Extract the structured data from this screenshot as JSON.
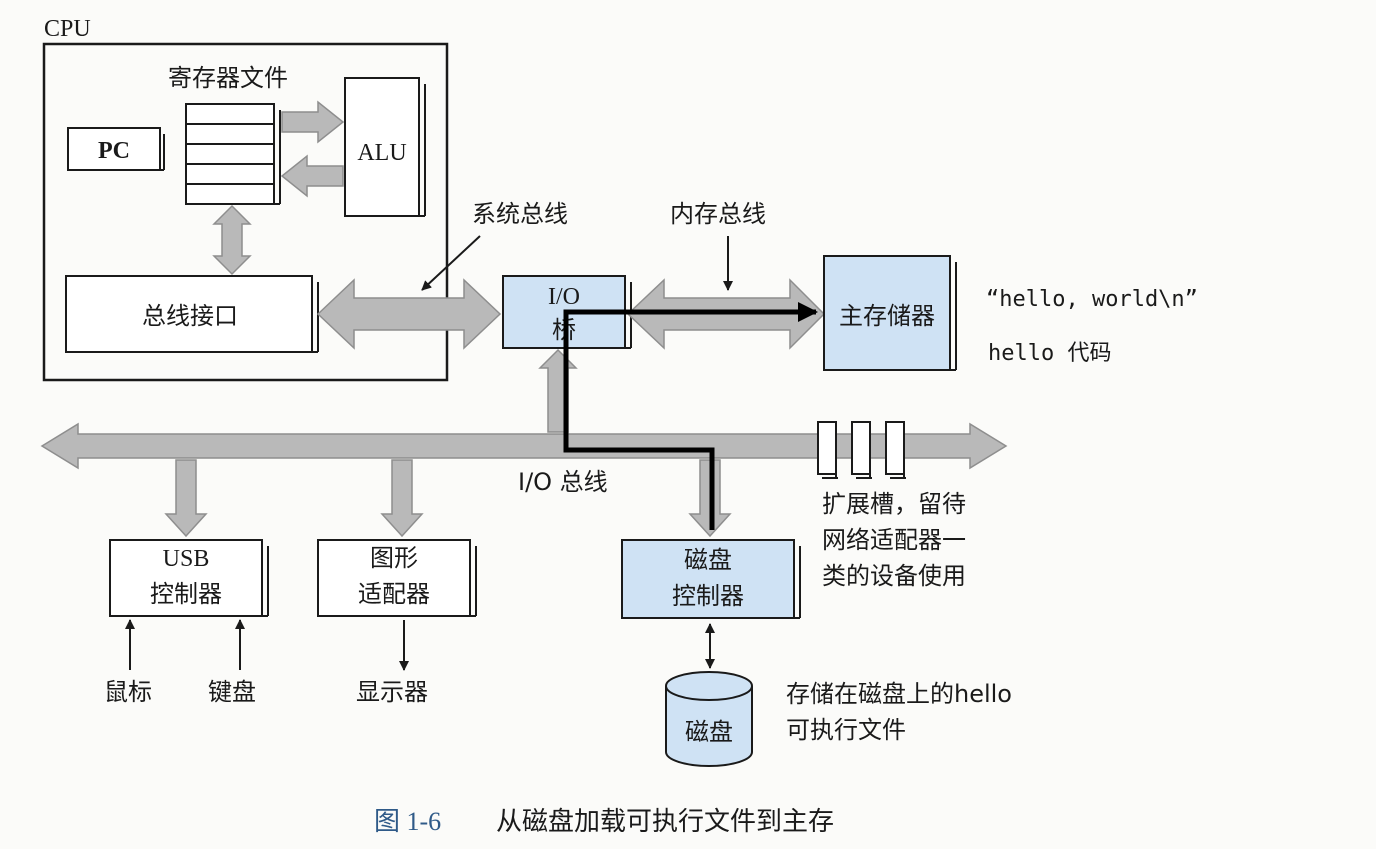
{
  "labels": {
    "cpu": "CPU",
    "register_file": "寄存器文件",
    "pc": "PC",
    "alu": "ALU",
    "bus_interface": "总线接口",
    "system_bus": "系统总线",
    "memory_bus": "内存总线",
    "io_bridge_line1": "I/O",
    "io_bridge_line2": "桥",
    "main_memory": "主存储器",
    "hello_string": "“hello, world\\n”",
    "hello_code": "hello 代码",
    "io_bus": "I/O 总线",
    "expansion_line1": "扩展槽，留待",
    "expansion_line2": "网络适配器一",
    "expansion_line3": "类的设备使用",
    "usb_line1": "USB",
    "usb_line2": "控制器",
    "graphics_line1": "图形",
    "graphics_line2": "适配器",
    "disk_ctrl_line1": "磁盘",
    "disk_ctrl_line2": "控制器",
    "mouse": "鼠标",
    "keyboard": "键盘",
    "display": "显示器",
    "disk": "磁盘",
    "disk_note_line1": "存储在磁盘上的hello",
    "disk_note_line2": "可执行文件"
  },
  "caption": {
    "number": "图 1-6",
    "text": "从磁盘加载可执行文件到主存"
  },
  "colors": {
    "highlight_box": "#cfe2f4",
    "bus_gray": "#b9b9b9",
    "caption_number": "#2f5a88"
  }
}
